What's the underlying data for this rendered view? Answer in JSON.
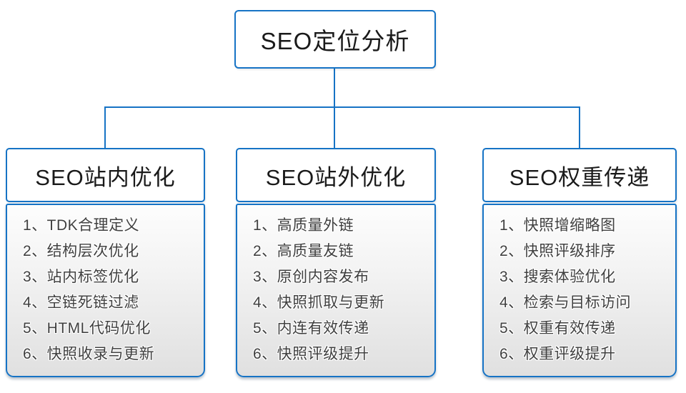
{
  "diagram": {
    "root": {
      "title": "SEO定位分析"
    },
    "columns": [
      {
        "title": "SEO站内优化",
        "items": [
          "1、TDK合理定义",
          "2、结构层次优化",
          "3、站内标签优化",
          "4、空链死链过滤",
          "5、HTML代码优化",
          "6、快照收录与更新"
        ]
      },
      {
        "title": "SEO站外优化",
        "items": [
          "1、高质量外链",
          "2、高质量友链",
          "3、原创内容发布",
          "4、快照抓取与更新",
          "5、内连有效传递",
          "6、快照评级提升"
        ]
      },
      {
        "title": "SEO权重传递",
        "items": [
          "1、快照增缩略图",
          "2、快照评级排序",
          "3、搜索体验优化",
          "4、检索与目标访问",
          "5、权重有效传递",
          "6、权重评级提升"
        ]
      }
    ],
    "colors": {
      "line_blue": "#1673C5",
      "header_text": "#1a1a1a",
      "item_text": "#404040",
      "list_bg_top": "#fdfdfd",
      "list_bg_bottom": "#e0e0e0"
    }
  }
}
